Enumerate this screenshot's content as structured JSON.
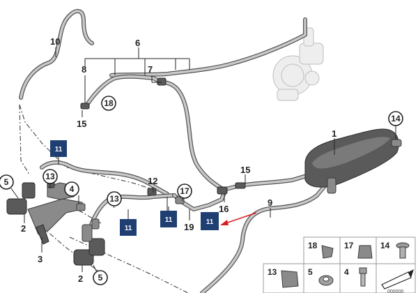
{
  "callouts": [
    "1",
    "2",
    "3",
    "4",
    "5",
    "6",
    "7",
    "8",
    "9",
    "10",
    "11",
    "12",
    "13",
    "14",
    "15",
    "16",
    "17",
    "18",
    "19"
  ],
  "tag_label": "11",
  "legend": {
    "row1": [
      "18",
      "17",
      "14"
    ],
    "row2": [
      "13",
      "5",
      "4"
    ]
  },
  "colors": {
    "tag_fill": "#1f3f73",
    "hose": "#555555",
    "arrow": "#d92020"
  },
  "footer_code": "000000"
}
